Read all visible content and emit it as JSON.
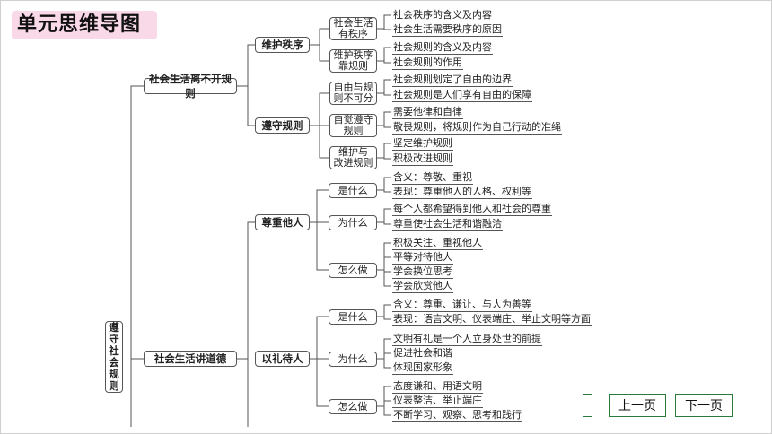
{
  "title": "单元思维导图",
  "root": [
    "遵",
    "守",
    "社",
    "会",
    "规",
    "则"
  ],
  "topic_rules": "社会生活离不开规则",
  "topic_morals": "社会生活讲道德",
  "sub_maintain": "维护秩序",
  "sub_obey": "遵守规则",
  "sub_respect": "尊重他人",
  "sub_courtesy": "以礼待人",
  "n_order": [
    "社会生活",
    "有秩序"
  ],
  "n_rulesorder": [
    "维护秩序",
    "靠规则"
  ],
  "n_freedom": [
    "自由与规",
    "则不可分"
  ],
  "n_selfobey": [
    "自觉遵守",
    "规则"
  ],
  "n_improve": [
    "维护与",
    "改进规则"
  ],
  "n_r_what": "是什么",
  "n_r_why": "为什么",
  "n_r_how": "怎么做",
  "n_c_what": "是什么",
  "n_c_why": "为什么",
  "n_c_how": "怎么做",
  "leaves": {
    "order1": "社会秩序的含义及内容",
    "order2": "社会生活需要秩序的原因",
    "rules1": "社会规则的含义及内容",
    "rules2": "社会规则的作用",
    "free1": "社会规则划定了自由的边界",
    "free2": "社会规则是人们享有自由的保障",
    "self1": "需要他律和自律",
    "self2": "敬畏规则，将规则作为自己行动的准绳",
    "imp1": "坚定维护规则",
    "imp2": "积极改进规则",
    "rw1": "含义：尊敬、重视",
    "rw2": "表现：尊重他人的人格、权利等",
    "ry1": "每个人都希望得到他人和社会的尊重",
    "ry2": "尊重使社会生活和谐融洽",
    "rh1": "积极关注、重视他人",
    "rh2": "平等对待他人",
    "rh3": "学会换位思考",
    "rh4": "学会欣赏他人",
    "cw1": "含义：尊重、谦让、与人为善等",
    "cw2": "表现：语言文明、仪表端庄、举止文明等方面",
    "cy1": "文明有礼是一个人立身处世的前提",
    "cy2": "促进社会和谐",
    "cy3": "体现国家形象",
    "ch1": "态度谦和、用语文明",
    "ch2": "仪表整洁、举止端庄",
    "ch3": "不断学习、观察、思考和践行"
  },
  "nav": {
    "prev": "上一页",
    "next": "下一页"
  }
}
